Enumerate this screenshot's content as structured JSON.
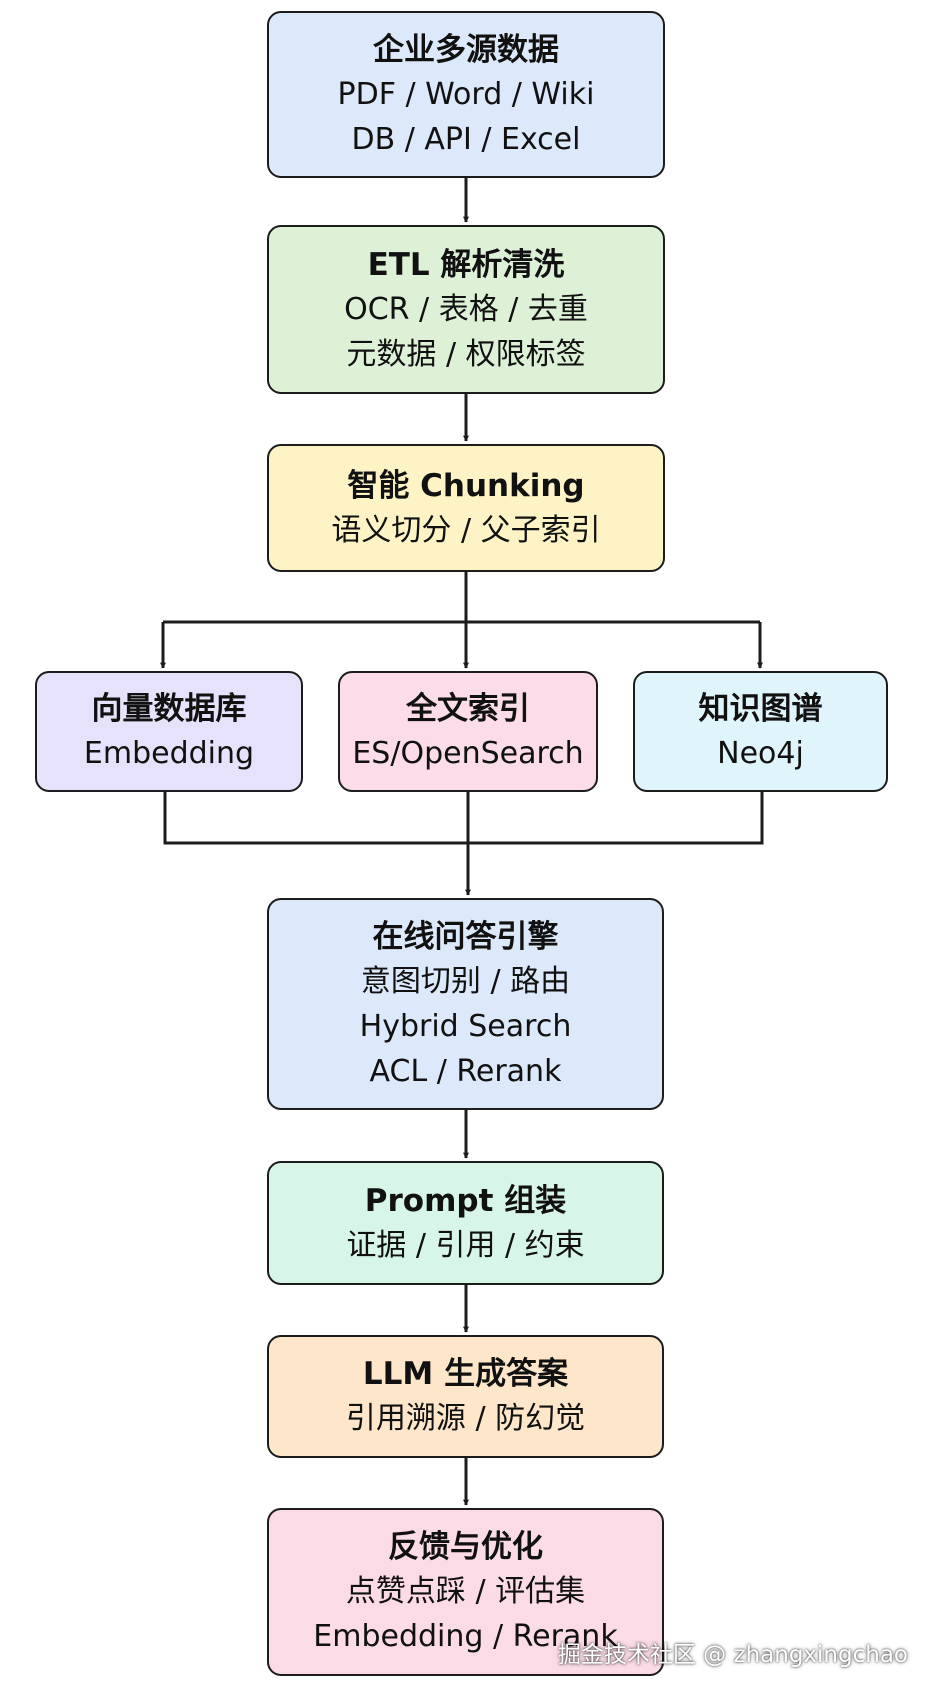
{
  "colors": {
    "stroke": "#1c1c1c",
    "blue": "#dbe9fb",
    "green": "#dcf1d6",
    "yellow": "#fdf3c4",
    "purple": "#e6e2fb",
    "pink": "#fbdce8",
    "cyan": "#e0f4fb",
    "mint": "#d8f6e8",
    "orange": "#fde6c9",
    "rose": "#fbdce6"
  },
  "nodes": {
    "sources": {
      "title": "企业多源数据",
      "lines": [
        "PDF / Word / Wiki",
        "DB / API / Excel"
      ]
    },
    "etl": {
      "title": "ETL 解析清洗",
      "lines": [
        "OCR / 表格 / 去重",
        "元数据 / 权限标签"
      ]
    },
    "chunking": {
      "title": "智能 Chunking",
      "lines": [
        "语义切分 / 父子索引"
      ]
    },
    "vector_db": {
      "title": "向量数据库",
      "lines": [
        "Embedding"
      ]
    },
    "fulltext": {
      "title": "全文索引",
      "lines": [
        "ES/OpenSearch"
      ]
    },
    "knowledge_graph": {
      "title": "知识图谱",
      "lines": [
        "Neo4j"
      ]
    },
    "qa_engine": {
      "title": "在线问答引擎",
      "lines": [
        "意图切别 / 路由",
        "Hybrid Search",
        "ACL / Rerank"
      ]
    },
    "prompt": {
      "title": "Prompt 组装",
      "lines": [
        "证据 / 引用 / 约束"
      ]
    },
    "llm": {
      "title": "LLM 生成答案",
      "lines": [
        "引用溯源 / 防幻觉"
      ]
    },
    "feedback": {
      "title": "反馈与优化",
      "lines": [
        "点赞点踩 / 评估集",
        "Embedding / Rerank"
      ]
    }
  },
  "watermark": "掘金技术社区 @ zhangxingchao"
}
